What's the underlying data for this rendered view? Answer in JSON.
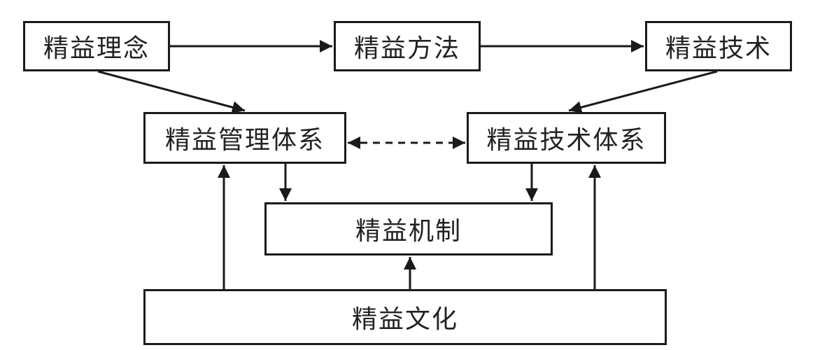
{
  "diagram": {
    "nodes": {
      "lean_idea": "精益理念",
      "lean_method": "精益方法",
      "lean_tech": "精益技术",
      "lean_mgmt_system": "精益管理体系",
      "lean_tech_system": "精益技术体系",
      "lean_mechanism": "精益机制",
      "lean_culture": "精益文化"
    },
    "edges": [
      {
        "from": "lean_idea",
        "to": "lean_method",
        "style": "solid"
      },
      {
        "from": "lean_method",
        "to": "lean_tech",
        "style": "solid"
      },
      {
        "from": "lean_idea",
        "to": "lean_mgmt_system",
        "style": "solid"
      },
      {
        "from": "lean_tech",
        "to": "lean_tech_system",
        "style": "solid"
      },
      {
        "from": "lean_mgmt_system",
        "to": "lean_tech_system",
        "style": "dashed",
        "bidirectional": true
      },
      {
        "from": "lean_mgmt_system",
        "to": "lean_mechanism",
        "style": "solid"
      },
      {
        "from": "lean_tech_system",
        "to": "lean_mechanism",
        "style": "solid"
      },
      {
        "from": "lean_culture",
        "to": "lean_mechanism",
        "style": "solid"
      },
      {
        "from": "lean_culture",
        "to": "lean_mgmt_system",
        "style": "solid"
      },
      {
        "from": "lean_culture",
        "to": "lean_tech_system",
        "style": "solid"
      }
    ],
    "colors": {
      "stroke": "#1a1a1a",
      "text": "#222222",
      "background": "#ffffff"
    }
  }
}
